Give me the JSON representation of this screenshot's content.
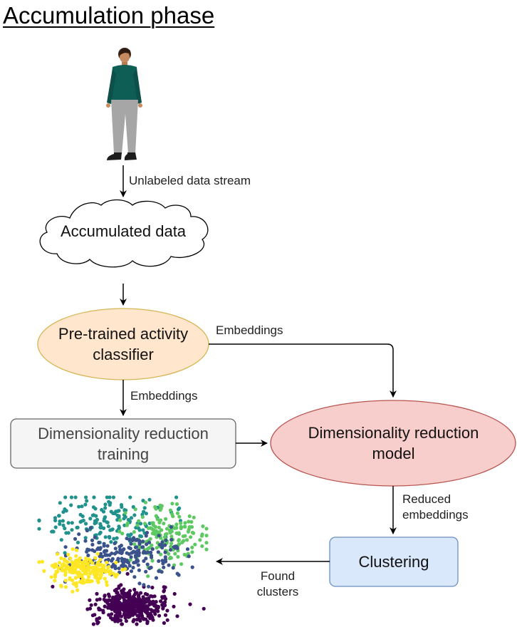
{
  "title": "Accumulation phase",
  "nodes": {
    "accumulated_data": "Accumulated data",
    "classifier": "Pre-trained activity classifier",
    "dr_training": "Dimensionality reduction training",
    "dr_model": "Dimensionality reduction model",
    "clustering": "Clustering"
  },
  "edges": {
    "stream": "Unlabeled data stream",
    "emb_right": "Embeddings",
    "emb_down": "Embeddings",
    "reduced": "Reduced embeddings",
    "found": "Found clusters"
  },
  "colors": {
    "classifier_fill": "#ffe6cc",
    "classifier_stroke": "#d6b656",
    "training_fill": "#f5f5f5",
    "training_stroke": "#666666",
    "model_fill": "#f8cecc",
    "model_stroke": "#b85450",
    "clustering_fill": "#dae8fc",
    "clustering_stroke": "#6c8ebf",
    "cluster_colors": [
      "#440154",
      "#3b528b",
      "#21918c",
      "#5ec962",
      "#fde725"
    ]
  }
}
